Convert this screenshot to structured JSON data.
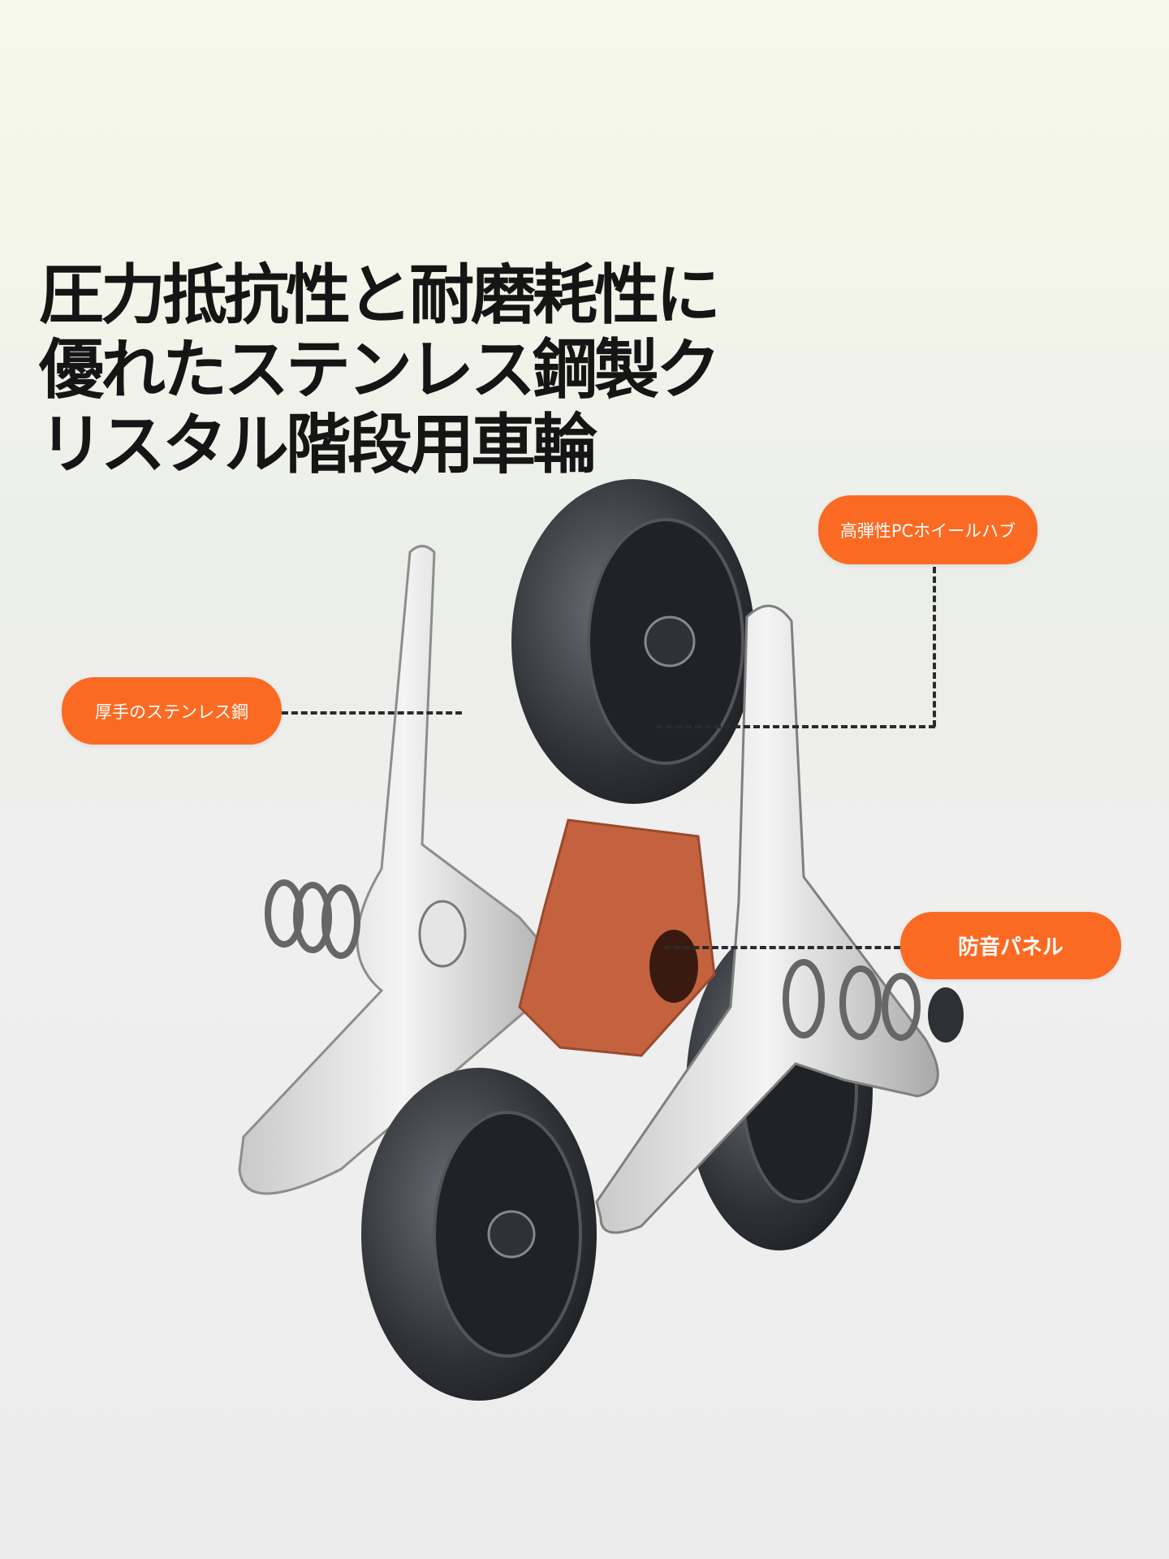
{
  "title": {
    "lines": [
      "圧力抵抗性と耐磨耗性に",
      "優れたステンレス鋼製ク",
      "リスタル階段用車輪"
    ]
  },
  "callouts": {
    "hub": "高弾性PCホイールハブ",
    "steel": "厚手のステンレス鋼",
    "panel": "防音パネル"
  },
  "colors": {
    "accent": "#fb6a23",
    "bracket": "#c4623f",
    "wheel": "#2e3136"
  }
}
